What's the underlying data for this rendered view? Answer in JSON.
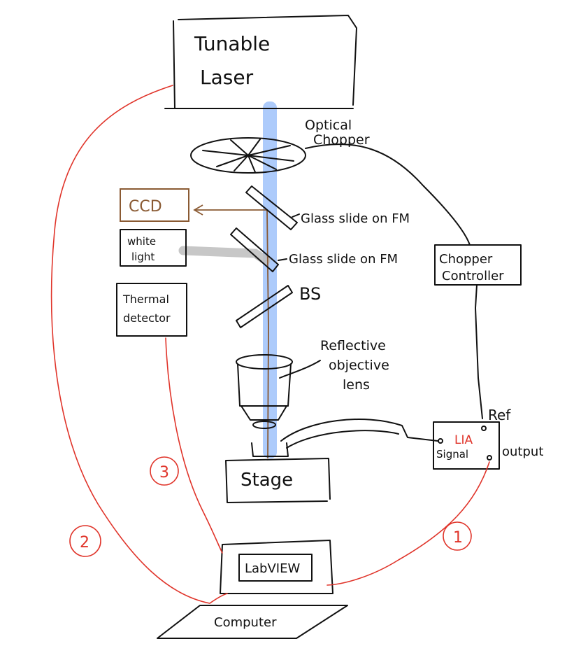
{
  "labels": {
    "tunable_laser_line1": "Tunable",
    "tunable_laser_line2": "Laser",
    "optical_chopper_line1": "Optical",
    "optical_chopper_line2": "Chopper",
    "ccd": "CCD",
    "white_light_line1": "white",
    "white_light_line2": "light",
    "thermal_detector_line1": "Thermal",
    "thermal_detector_line2": "detector",
    "glass_slide_1": "Glass slide on FM",
    "glass_slide_2": "Glass slide on FM",
    "bs": "BS",
    "reflective_lens_line1": "Reflective",
    "reflective_lens_line2": "objective",
    "reflective_lens_line3": "lens",
    "chopper_controller_line1": "Chopper",
    "chopper_controller_line2": "Controller",
    "stage": "Stage",
    "lia": "LIA",
    "signal": "Signal",
    "ref": "Ref",
    "output": "output",
    "labview": "LabVIEW",
    "computer": "Computer",
    "connection_1": "1",
    "connection_2": "2",
    "connection_3": "3"
  },
  "colors": {
    "ink": "#111111",
    "beam": "#3b82f6",
    "ccd_path": "#8a5a33",
    "white_light_path": "#bdbdbd",
    "connection": "#e0342a",
    "lia_text": "#e0342a"
  }
}
